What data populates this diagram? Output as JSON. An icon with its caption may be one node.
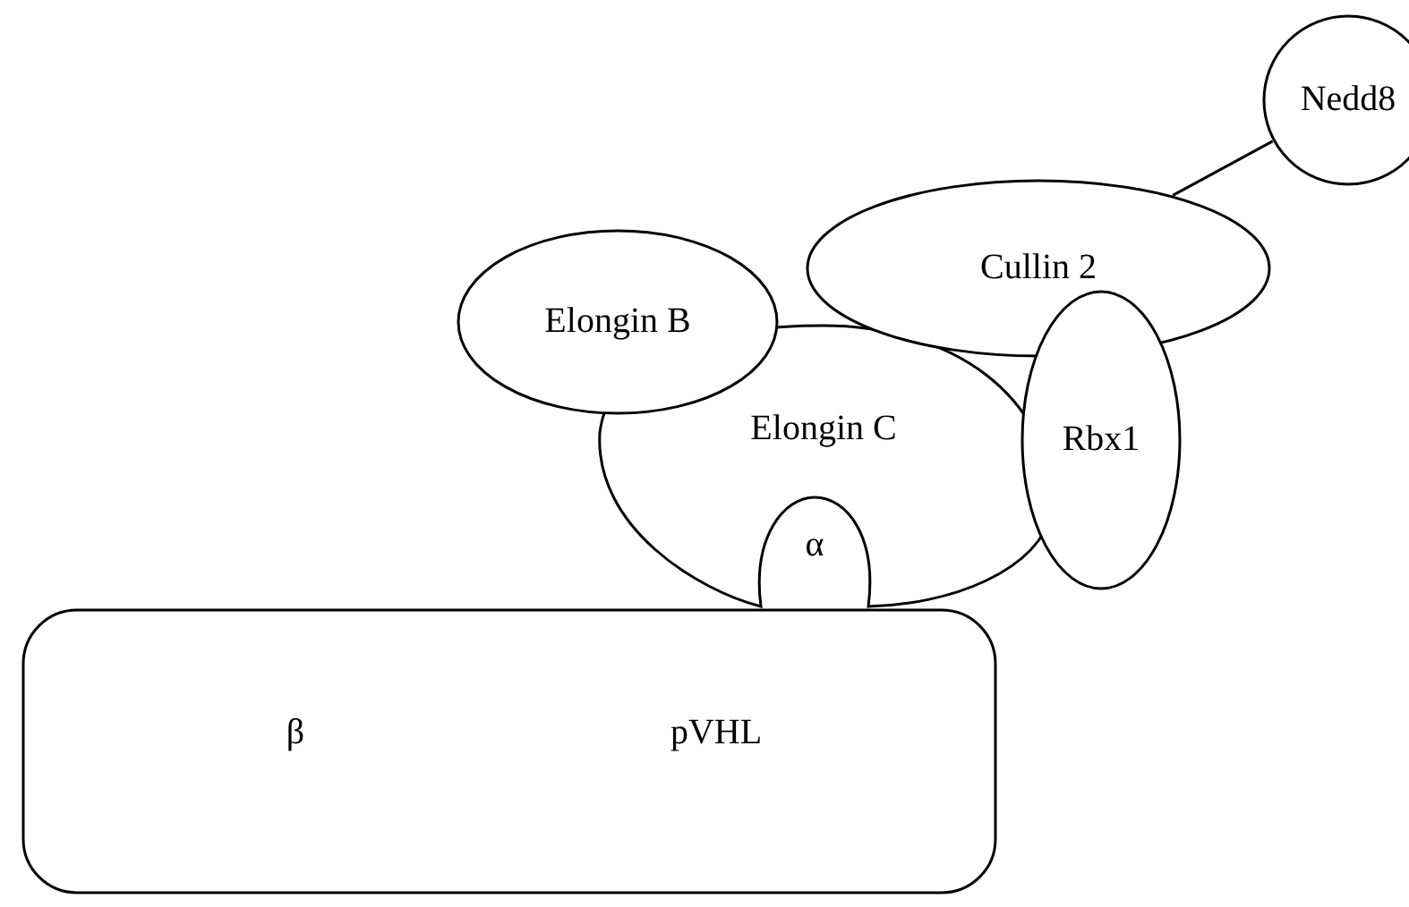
{
  "diagram": {
    "nodes": [
      {
        "text": [
          "Elongin C",
          "α"
        ]
      },
      {
        "text": [
          "β",
          "pVHL"
        ]
      },
      {
        "text": [
          "Elongin B"
        ]
      },
      {
        "text": [
          "Cullin 2"
        ]
      },
      {
        "text": [
          "Rbx1"
        ]
      },
      {
        "text": [
          "Nedd8"
        ]
      }
    ],
    "edges": [
      {
        "from": 5,
        "to": 3,
        "arrow": "none"
      }
    ]
  }
}
